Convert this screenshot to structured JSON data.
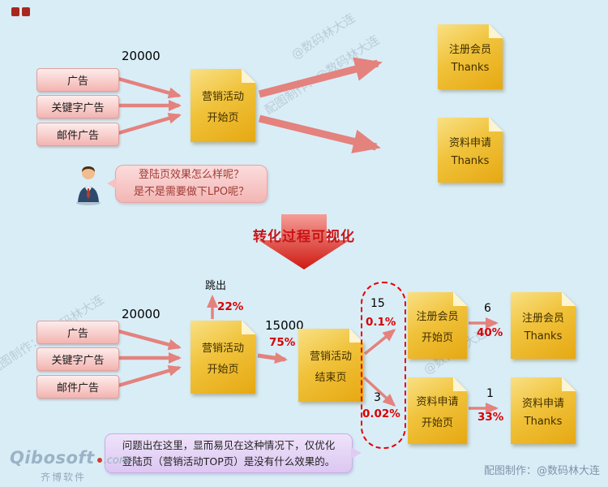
{
  "meta": {
    "credit": "配图制作：@数码林大连"
  },
  "watermarks": [
    {
      "text": "@数码林大连"
    },
    {
      "text": "配图制作：@数码林大连"
    },
    {
      "text": "配图制作：@数码林大连"
    },
    {
      "text": "@数码林大连"
    }
  ],
  "logo": {
    "brand": "Qibosoft",
    "tld": ".com",
    "cn": "齐博软件"
  },
  "top": {
    "visits": "20000",
    "sources": [
      "广告",
      "关键字广告",
      "邮件广告"
    ],
    "start_page": {
      "line1": "营销活动",
      "line2": "开始页"
    },
    "reg_thanks": {
      "line1": "注册会员",
      "line2": "Thanks"
    },
    "apply_thanks": {
      "line1": "资料申请",
      "line2": "Thanks"
    },
    "bubble": {
      "line1": "登陆页效果怎么样呢？",
      "line2": "是不是需要做下LPO呢？"
    }
  },
  "divider": {
    "title": "转化过程可视化"
  },
  "bottom": {
    "visits": "20000",
    "sources": [
      "广告",
      "关键字广告",
      "邮件广告"
    ],
    "bounce": {
      "label": "跳出",
      "rate": "22%"
    },
    "start_page": {
      "line1": "营销活动",
      "line2": "开始页"
    },
    "flow_to_end": {
      "count": "15000",
      "rate": "75%"
    },
    "end_page": {
      "line1": "营销活动",
      "line2": "结束页"
    },
    "reg_start": {
      "line1": "注册会员",
      "line2": "开始页",
      "count": "15",
      "rate": "0.1%"
    },
    "apply_start": {
      "line1": "资料申请",
      "line2": "开始页",
      "count": "3",
      "rate": "0.02%"
    },
    "reg_thanks": {
      "line1": "注册会员",
      "line2": "Thanks",
      "count": "6",
      "rate": "40%"
    },
    "apply_thanks": {
      "line1": "资料申请",
      "line2": "Thanks",
      "count": "1",
      "rate": "33%"
    },
    "note": {
      "line1": "问题出在这里，显而易见在这种情况下，仅优化",
      "line2": "登陆页（营销活动TOP页）是没有什么效果的。"
    }
  }
}
